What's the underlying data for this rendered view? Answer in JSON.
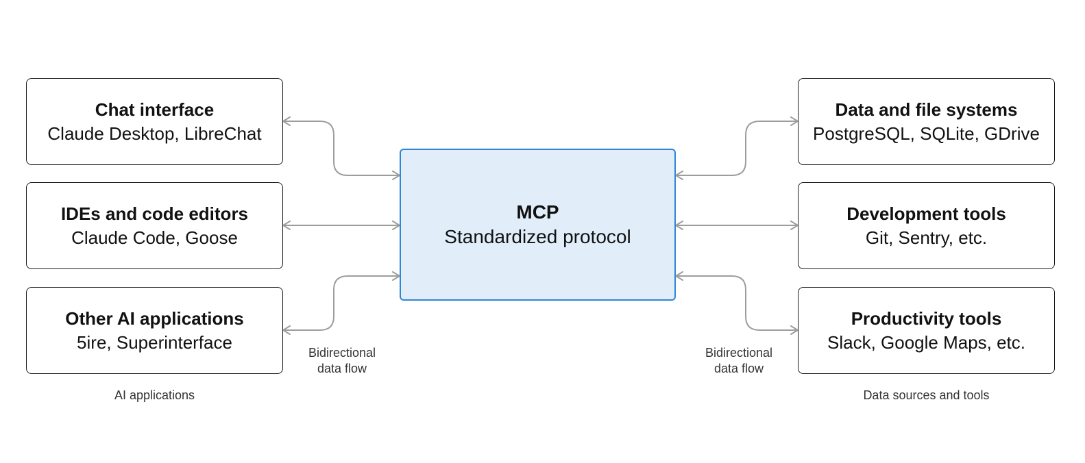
{
  "left_group": {
    "caption": "AI applications",
    "boxes": [
      {
        "title": "Chat interface",
        "subtitle": "Claude Desktop, LibreChat"
      },
      {
        "title": "IDEs and code editors",
        "subtitle": "Claude Code, Goose"
      },
      {
        "title": "Other AI applications",
        "subtitle": "5ire, Superinterface"
      }
    ],
    "flow_label_line1": "Bidirectional",
    "flow_label_line2": "data flow"
  },
  "center": {
    "title": "MCP",
    "subtitle": "Standardized protocol",
    "fill_color": "#e1eef9",
    "border_color": "#2e86d4"
  },
  "right_group": {
    "caption": "Data sources and tools",
    "boxes": [
      {
        "title": "Data and file systems",
        "subtitle": "PostgreSQL, SQLite, GDrive"
      },
      {
        "title": "Development tools",
        "subtitle": "Git, Sentry, etc."
      },
      {
        "title": "Productivity tools",
        "subtitle": "Slack, Google Maps, etc."
      }
    ],
    "flow_label_line1": "Bidirectional",
    "flow_label_line2": "data flow"
  },
  "connector_color": "#9d9d9a"
}
